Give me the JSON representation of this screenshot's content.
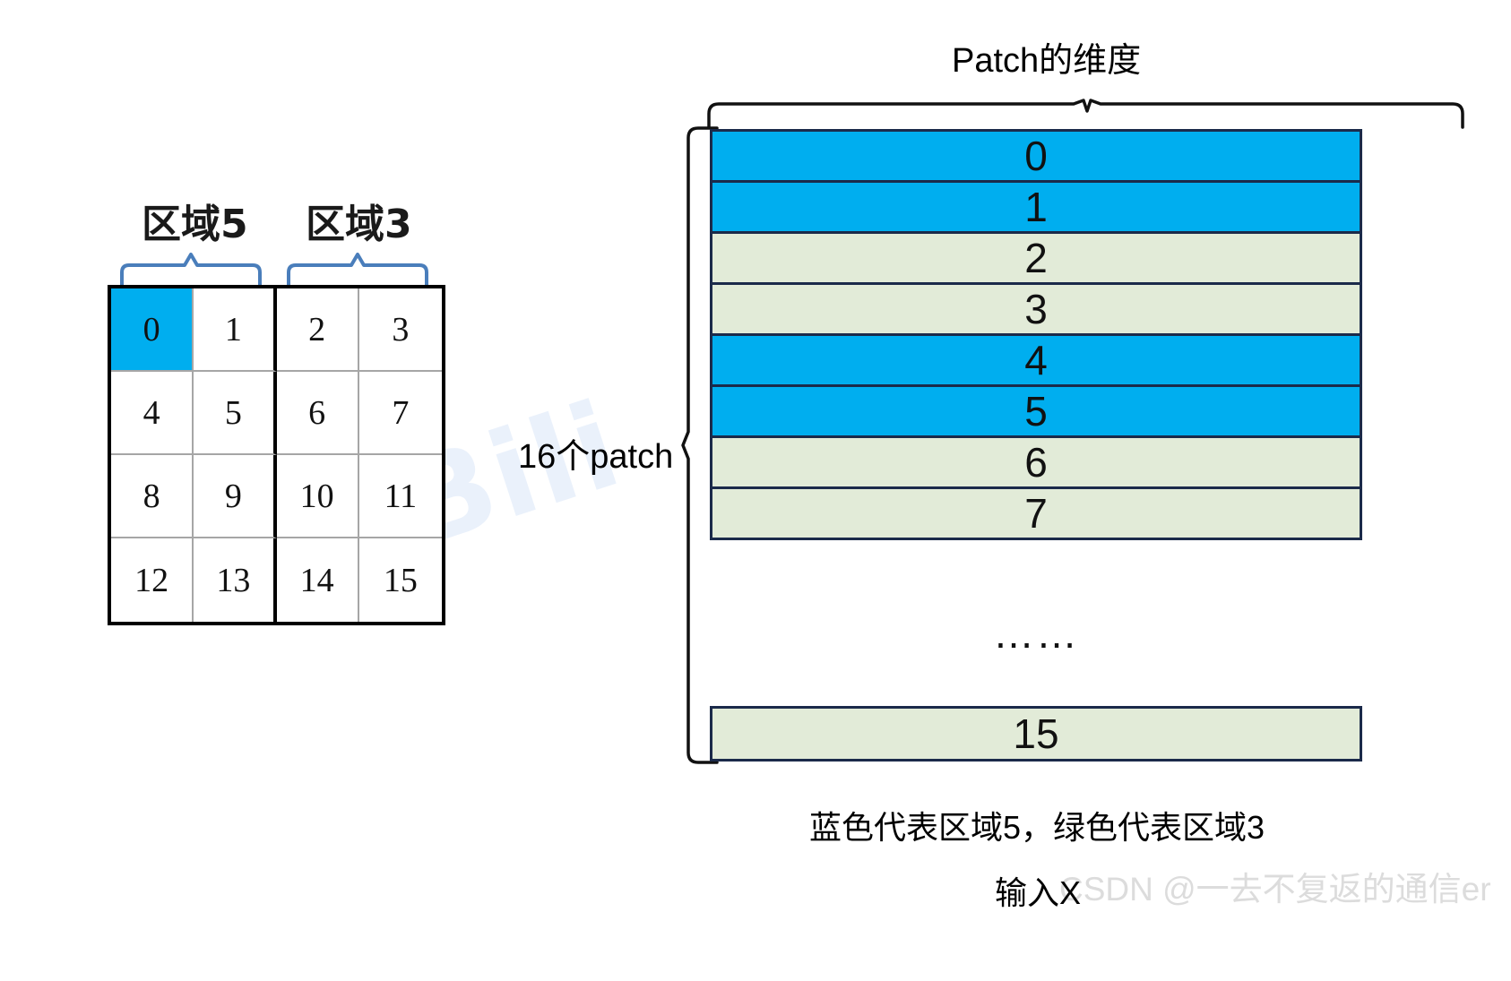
{
  "left_panel": {
    "region_labels": [
      {
        "text": "区域5"
      },
      {
        "text": "区域3"
      }
    ],
    "grid": {
      "rows": [
        [
          "0",
          "1",
          "2",
          "3"
        ],
        [
          "4",
          "5",
          "6",
          "7"
        ],
        [
          "8",
          "9",
          "10",
          "11"
        ],
        [
          "12",
          "13",
          "14",
          "15"
        ]
      ],
      "highlighted_cell": "0",
      "highlight_color": "#00AEEF"
    }
  },
  "right_panel": {
    "dimension_label": "Patch的维度",
    "patch_count_label": "16个patch",
    "rows": [
      {
        "value": "0",
        "color": "blue"
      },
      {
        "value": "1",
        "color": "blue"
      },
      {
        "value": "2",
        "color": "green"
      },
      {
        "value": "3",
        "color": "green"
      },
      {
        "value": "4",
        "color": "blue"
      },
      {
        "value": "5",
        "color": "blue"
      },
      {
        "value": "6",
        "color": "green"
      },
      {
        "value": "7",
        "color": "green"
      }
    ],
    "ellipsis": "……",
    "last_row": {
      "value": "15",
      "color": "green"
    },
    "colors": {
      "blue": "#00AEEF",
      "green": "#E2EBD8",
      "row_border": "#1b2a4a"
    }
  },
  "captions": {
    "legend": "蓝色代表区域5，绿色代表区域3",
    "input": "输入X"
  },
  "watermarks": {
    "bilibili": "Bili",
    "csdn": "CSDN @一去不复返的通信er"
  }
}
